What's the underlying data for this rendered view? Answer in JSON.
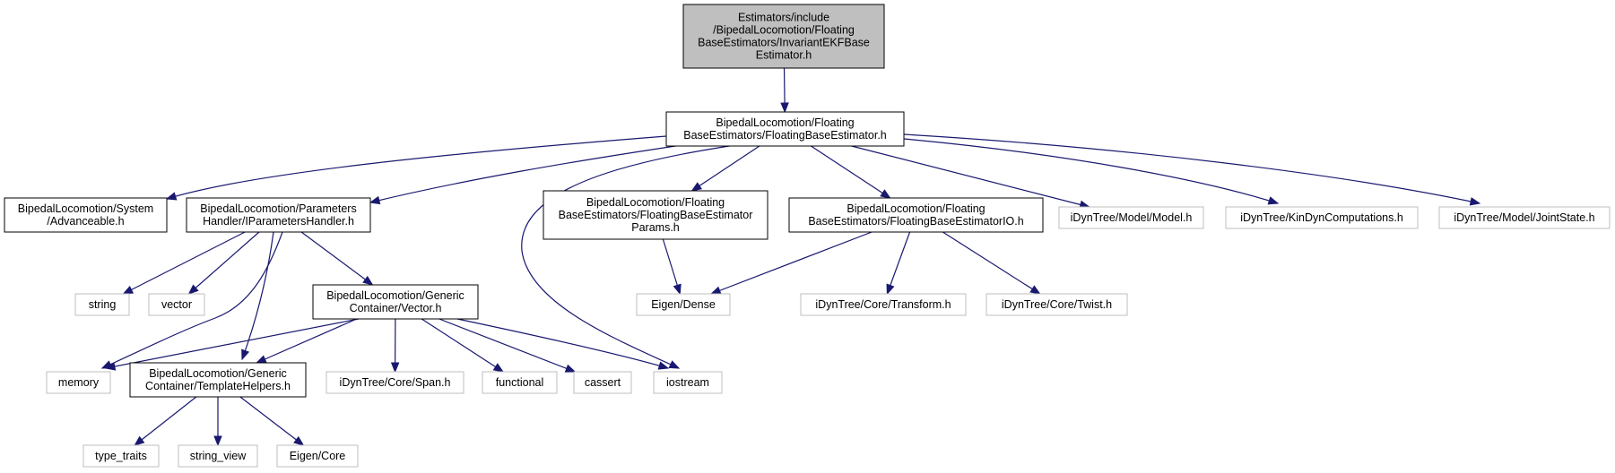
{
  "graph": {
    "colors": {
      "edge": "#191970",
      "root_fill": "#bfbfbf",
      "documented_border": "#000000",
      "external_border": "#bfbfbf",
      "node_fill": "#ffffff"
    },
    "nodes": [
      {
        "id": "root",
        "kind": "root",
        "lines": [
          "Estimators/include",
          "/BipedalLocomotion/Floating",
          "BaseEstimators/InvariantEKFBase",
          "Estimator.h"
        ]
      },
      {
        "id": "fbe",
        "kind": "documented",
        "lines": [
          "BipedalLocomotion/Floating",
          "BaseEstimators/FloatingBaseEstimator.h"
        ]
      },
      {
        "id": "adv",
        "kind": "documented",
        "lines": [
          "BipedalLocomotion/System",
          "/Advanceable.h"
        ]
      },
      {
        "id": "iph",
        "kind": "documented",
        "lines": [
          "BipedalLocomotion/Parameters",
          "Handler/IParametersHandler.h"
        ]
      },
      {
        "id": "fbep",
        "kind": "documented",
        "lines": [
          "BipedalLocomotion/Floating",
          "BaseEstimators/FloatingBaseEstimator",
          "Params.h"
        ]
      },
      {
        "id": "fbeio",
        "kind": "documented",
        "lines": [
          "BipedalLocomotion/Floating",
          "BaseEstimators/FloatingBaseEstimatorIO.h"
        ]
      },
      {
        "id": "model",
        "kind": "external",
        "lines": [
          "iDynTree/Model/Model.h"
        ]
      },
      {
        "id": "kdc",
        "kind": "external",
        "lines": [
          "iDynTree/KinDynComputations.h"
        ]
      },
      {
        "id": "js",
        "kind": "external",
        "lines": [
          "iDynTree/Model/JointState.h"
        ]
      },
      {
        "id": "string",
        "kind": "external",
        "lines": [
          "string"
        ]
      },
      {
        "id": "vectorstd",
        "kind": "external",
        "lines": [
          "vector"
        ]
      },
      {
        "id": "gcv",
        "kind": "documented",
        "lines": [
          "BipedalLocomotion/Generic",
          "Container/Vector.h"
        ]
      },
      {
        "id": "eigdense",
        "kind": "external",
        "lines": [
          "Eigen/Dense"
        ]
      },
      {
        "id": "transform",
        "kind": "external",
        "lines": [
          "iDynTree/Core/Transform.h"
        ]
      },
      {
        "id": "twist",
        "kind": "external",
        "lines": [
          "iDynTree/Core/Twist.h"
        ]
      },
      {
        "id": "memory",
        "kind": "external",
        "lines": [
          "memory"
        ]
      },
      {
        "id": "gct",
        "kind": "documented",
        "lines": [
          "BipedalLocomotion/Generic",
          "Container/TemplateHelpers.h"
        ]
      },
      {
        "id": "span",
        "kind": "external",
        "lines": [
          "iDynTree/Core/Span.h"
        ]
      },
      {
        "id": "functional",
        "kind": "external",
        "lines": [
          "functional"
        ]
      },
      {
        "id": "cassert",
        "kind": "external",
        "lines": [
          "cassert"
        ]
      },
      {
        "id": "iostream",
        "kind": "external",
        "lines": [
          "iostream"
        ]
      },
      {
        "id": "typetraits",
        "kind": "external",
        "lines": [
          "type_traits"
        ]
      },
      {
        "id": "stringview",
        "kind": "external",
        "lines": [
          "string_view"
        ]
      },
      {
        "id": "eigcore",
        "kind": "external",
        "lines": [
          "Eigen/Core"
        ]
      }
    ],
    "edges": [
      [
        "root",
        "fbe"
      ],
      [
        "fbe",
        "adv"
      ],
      [
        "fbe",
        "iph"
      ],
      [
        "fbe",
        "fbep"
      ],
      [
        "fbe",
        "fbeio"
      ],
      [
        "fbe",
        "model"
      ],
      [
        "fbe",
        "kdc"
      ],
      [
        "fbe",
        "js"
      ],
      [
        "fbe",
        "iostream"
      ],
      [
        "iph",
        "string"
      ],
      [
        "iph",
        "vectorstd"
      ],
      [
        "iph",
        "gcv"
      ],
      [
        "iph",
        "memory"
      ],
      [
        "iph",
        "gct"
      ],
      [
        "fbep",
        "eigdense"
      ],
      [
        "fbeio",
        "eigdense"
      ],
      [
        "fbeio",
        "transform"
      ],
      [
        "fbeio",
        "twist"
      ],
      [
        "gcv",
        "memory"
      ],
      [
        "gcv",
        "gct"
      ],
      [
        "gcv",
        "span"
      ],
      [
        "gcv",
        "functional"
      ],
      [
        "gcv",
        "cassert"
      ],
      [
        "gcv",
        "iostream"
      ],
      [
        "gct",
        "typetraits"
      ],
      [
        "gct",
        "stringview"
      ],
      [
        "gct",
        "eigcore"
      ]
    ]
  }
}
